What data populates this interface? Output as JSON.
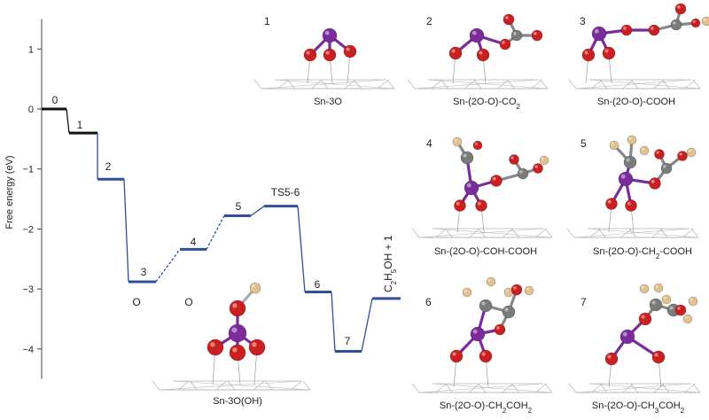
{
  "chart_data": {
    "type": "line",
    "ylabel": "Free energy (eV)",
    "xlabel": "",
    "title": "",
    "ylim": [
      -4.5,
      1.5
    ],
    "yticks": [
      1,
      0,
      -1,
      -2,
      -3,
      -4
    ],
    "grid": false,
    "colors": {
      "initial": "#111111",
      "pathway": "#2f4f9a",
      "atom_sn": "#7a2d9a",
      "atom_o": "#cc1f1f",
      "atom_c": "#7b7b7b",
      "atom_h": "#e2c190",
      "surface": "#b9b9b9"
    },
    "levels": [
      {
        "label": "0",
        "energy": 0.0
      },
      {
        "label": "1",
        "energy": -0.4
      },
      {
        "label": "2",
        "energy": -1.17
      },
      {
        "label": "3",
        "energy": -2.88
      },
      {
        "label": "4",
        "energy": -2.34
      },
      {
        "label": "5",
        "energy": -1.78
      },
      {
        "label": "TS5-6",
        "energy": -1.62
      },
      {
        "label": "6",
        "energy": -3.05
      },
      {
        "label": "7",
        "energy": -4.04
      },
      {
        "label": "C2H5OH + 1",
        "energy": -3.16
      }
    ],
    "annotations": [
      "O",
      "O"
    ],
    "structures": [
      {
        "number": "1",
        "caption": "Sn-3O"
      },
      {
        "number": "2",
        "caption": "Sn-(2O-O)-CO2"
      },
      {
        "number": "3",
        "caption": "Sn-(2O-O)-COOH"
      },
      {
        "number": "4",
        "caption": "Sn-(2O-O)-COH-COOH"
      },
      {
        "number": "5",
        "caption": "Sn-(2O-O)-CH2-COOH"
      },
      {
        "number": "6",
        "caption": "Sn-(2O-O)-CH2COH2"
      },
      {
        "number": "7",
        "caption": "Sn-(2O-O)-CH3COH2"
      },
      {
        "number": "",
        "caption": "Sn-3O(OH)"
      }
    ]
  }
}
